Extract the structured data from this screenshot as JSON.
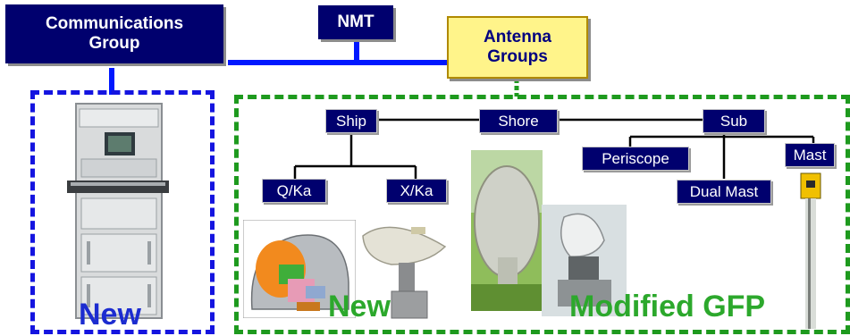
{
  "headers": {
    "communications_group": "Communications Group",
    "nmt": "NMT",
    "antenna_groups": "Antenna Groups"
  },
  "tree": {
    "ship": "Ship",
    "shore": "Shore",
    "sub": "Sub",
    "q_ka": "Q/Ka",
    "x_ka": "X/Ka",
    "periscope": "Periscope",
    "dual_mast": "Dual Mast",
    "mast": "Mast"
  },
  "labels": {
    "new_left": "New",
    "new_center": "New",
    "modified_gfp": "Modified GFP"
  },
  "colors": {
    "header_navy": "#00006e",
    "connector_blue": "#0018ff",
    "left_dashed_border": "#1414e0",
    "right_dashed_border": "#1e9a1e",
    "label_green": "#2ca82c",
    "label_blue": "#1c2cd0",
    "antenna_fill": "#fff48a"
  }
}
